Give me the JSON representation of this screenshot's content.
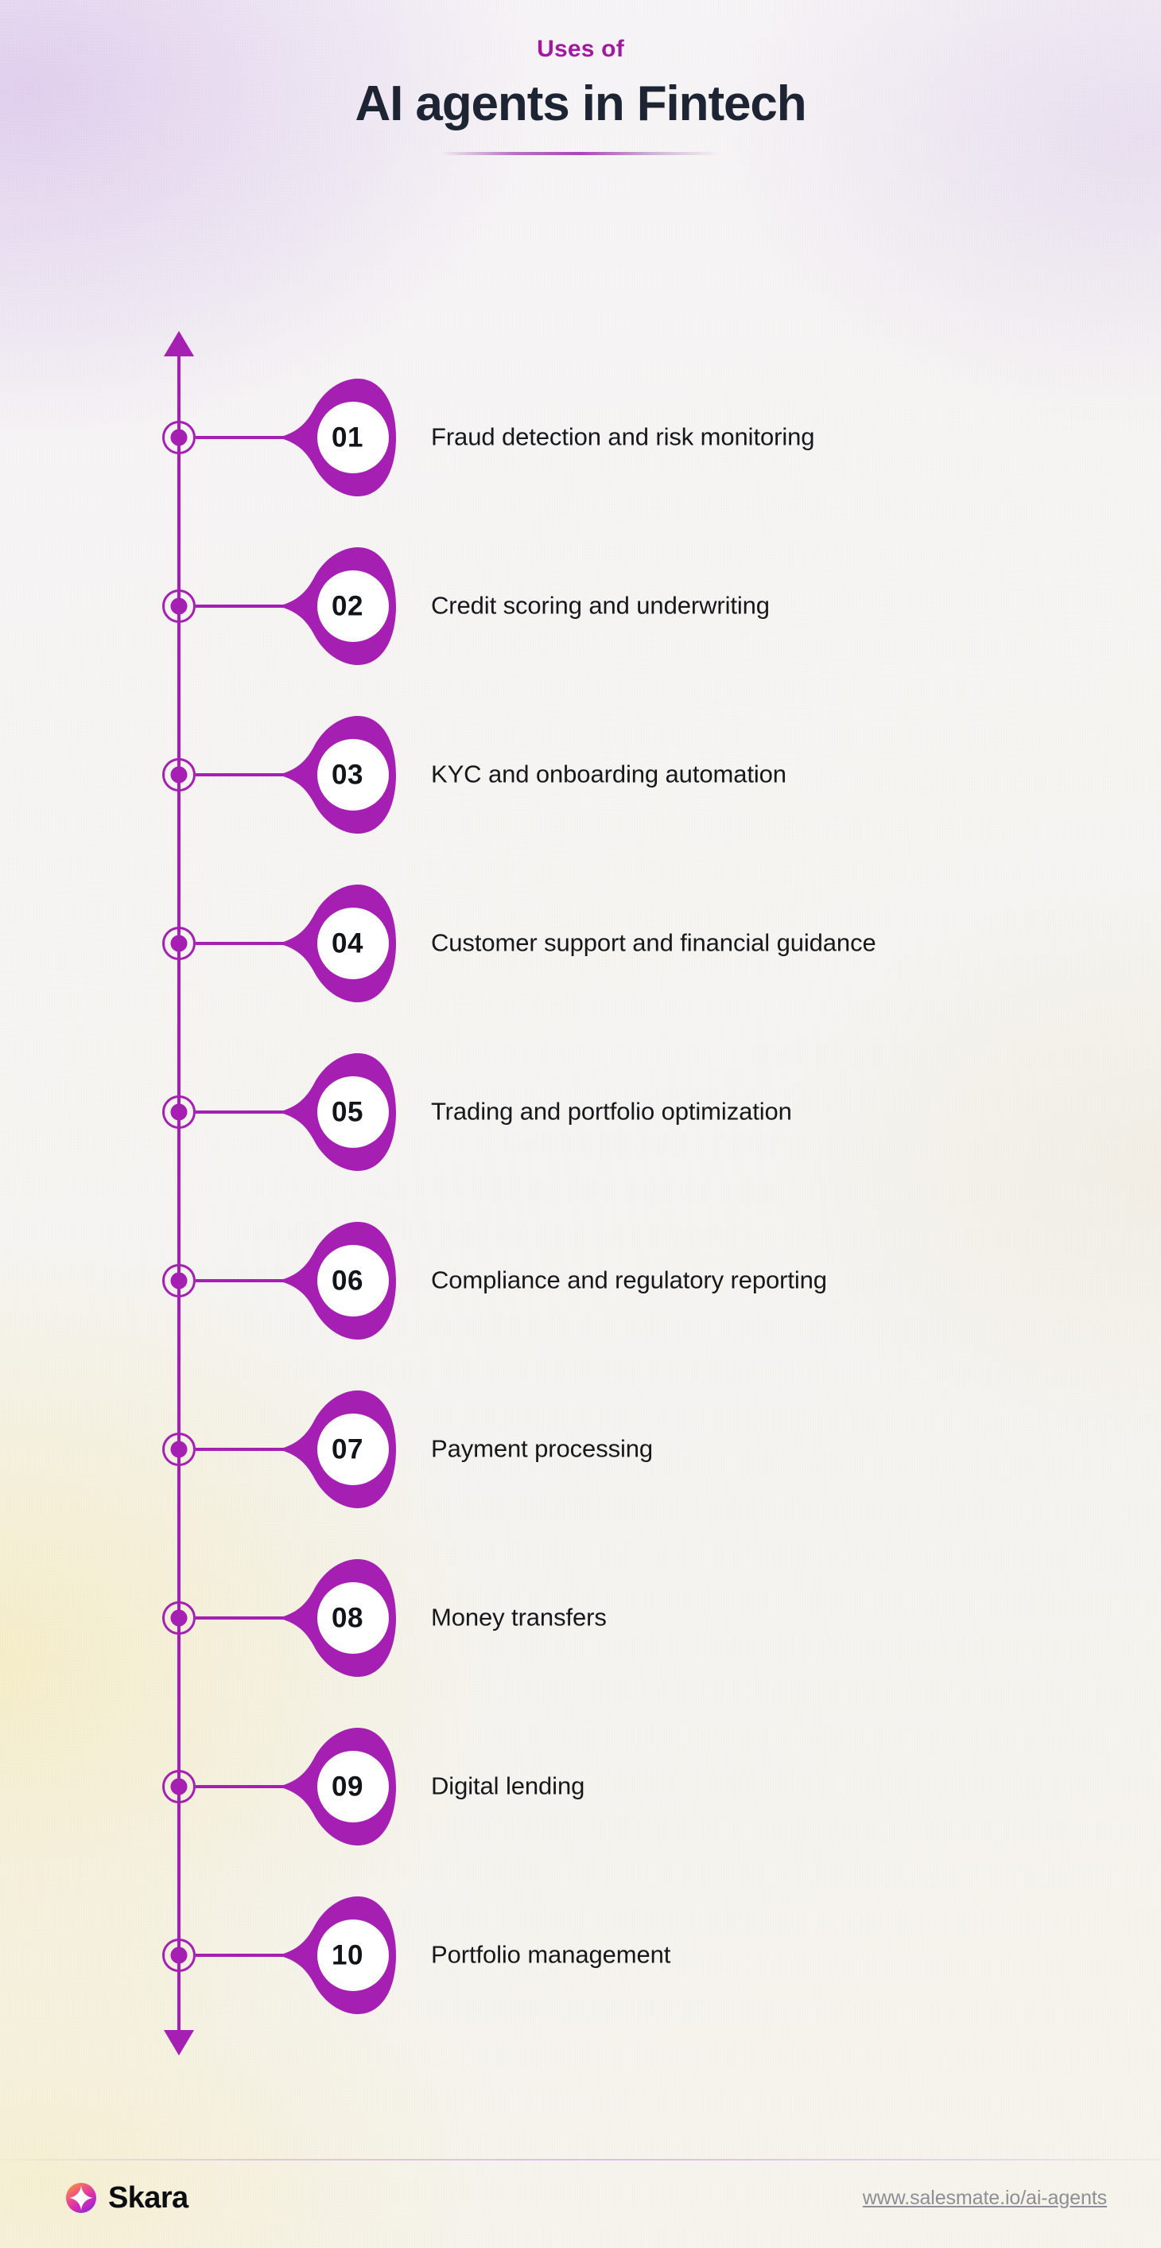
{
  "header": {
    "eyebrow": "Uses of",
    "title": "AI agents in Fintech"
  },
  "theme": {
    "accent_purple": "#a41fb2",
    "eyebrow_purple": "#a0199f",
    "title_navy": "#1d2433",
    "label_text": "#16181c",
    "number_text": "#111418",
    "footer_url_gray": "#8d8f96",
    "pin_inner_white": "#ffffff"
  },
  "timeline": {
    "direction_top_icon": "arrow-up-icon",
    "direction_bottom_icon": "arrow-down-icon",
    "items": [
      {
        "number": "01",
        "label": "Fraud detection and risk monitoring"
      },
      {
        "number": "02",
        "label": "Credit scoring and underwriting"
      },
      {
        "number": "03",
        "label": "KYC and onboarding automation"
      },
      {
        "number": "04",
        "label": "Customer support and financial guidance"
      },
      {
        "number": "05",
        "label": "Trading and portfolio optimization"
      },
      {
        "number": "06",
        "label": "Compliance and regulatory reporting"
      },
      {
        "number": "07",
        "label": "Payment processing"
      },
      {
        "number": "08",
        "label": "Money transfers"
      },
      {
        "number": "09",
        "label": "Digital lending"
      },
      {
        "number": "10",
        "label": "Portfolio management"
      }
    ]
  },
  "footer": {
    "brand_name": "Skara",
    "brand_logo_icon": "skara-sparkle-logo-icon",
    "url": "www.salesmate.io/ai-agents"
  }
}
